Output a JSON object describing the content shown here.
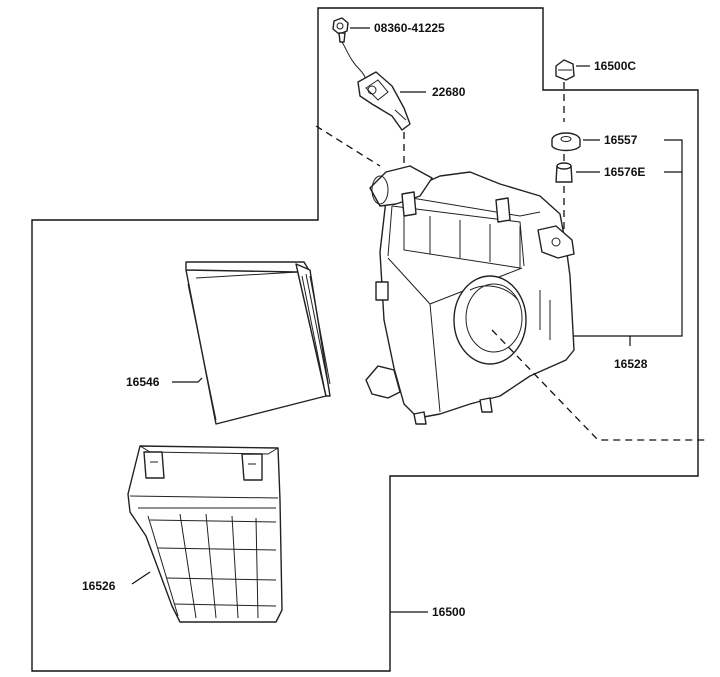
{
  "diagram": {
    "labels": {
      "p08360": "08360-41225",
      "p22680": "22680",
      "p16500C": "16500C",
      "p16557": "16557",
      "p16576E": "16576E",
      "p16528": "16528",
      "p16546": "16546",
      "p16526": "16526",
      "p16500": "16500"
    }
  }
}
